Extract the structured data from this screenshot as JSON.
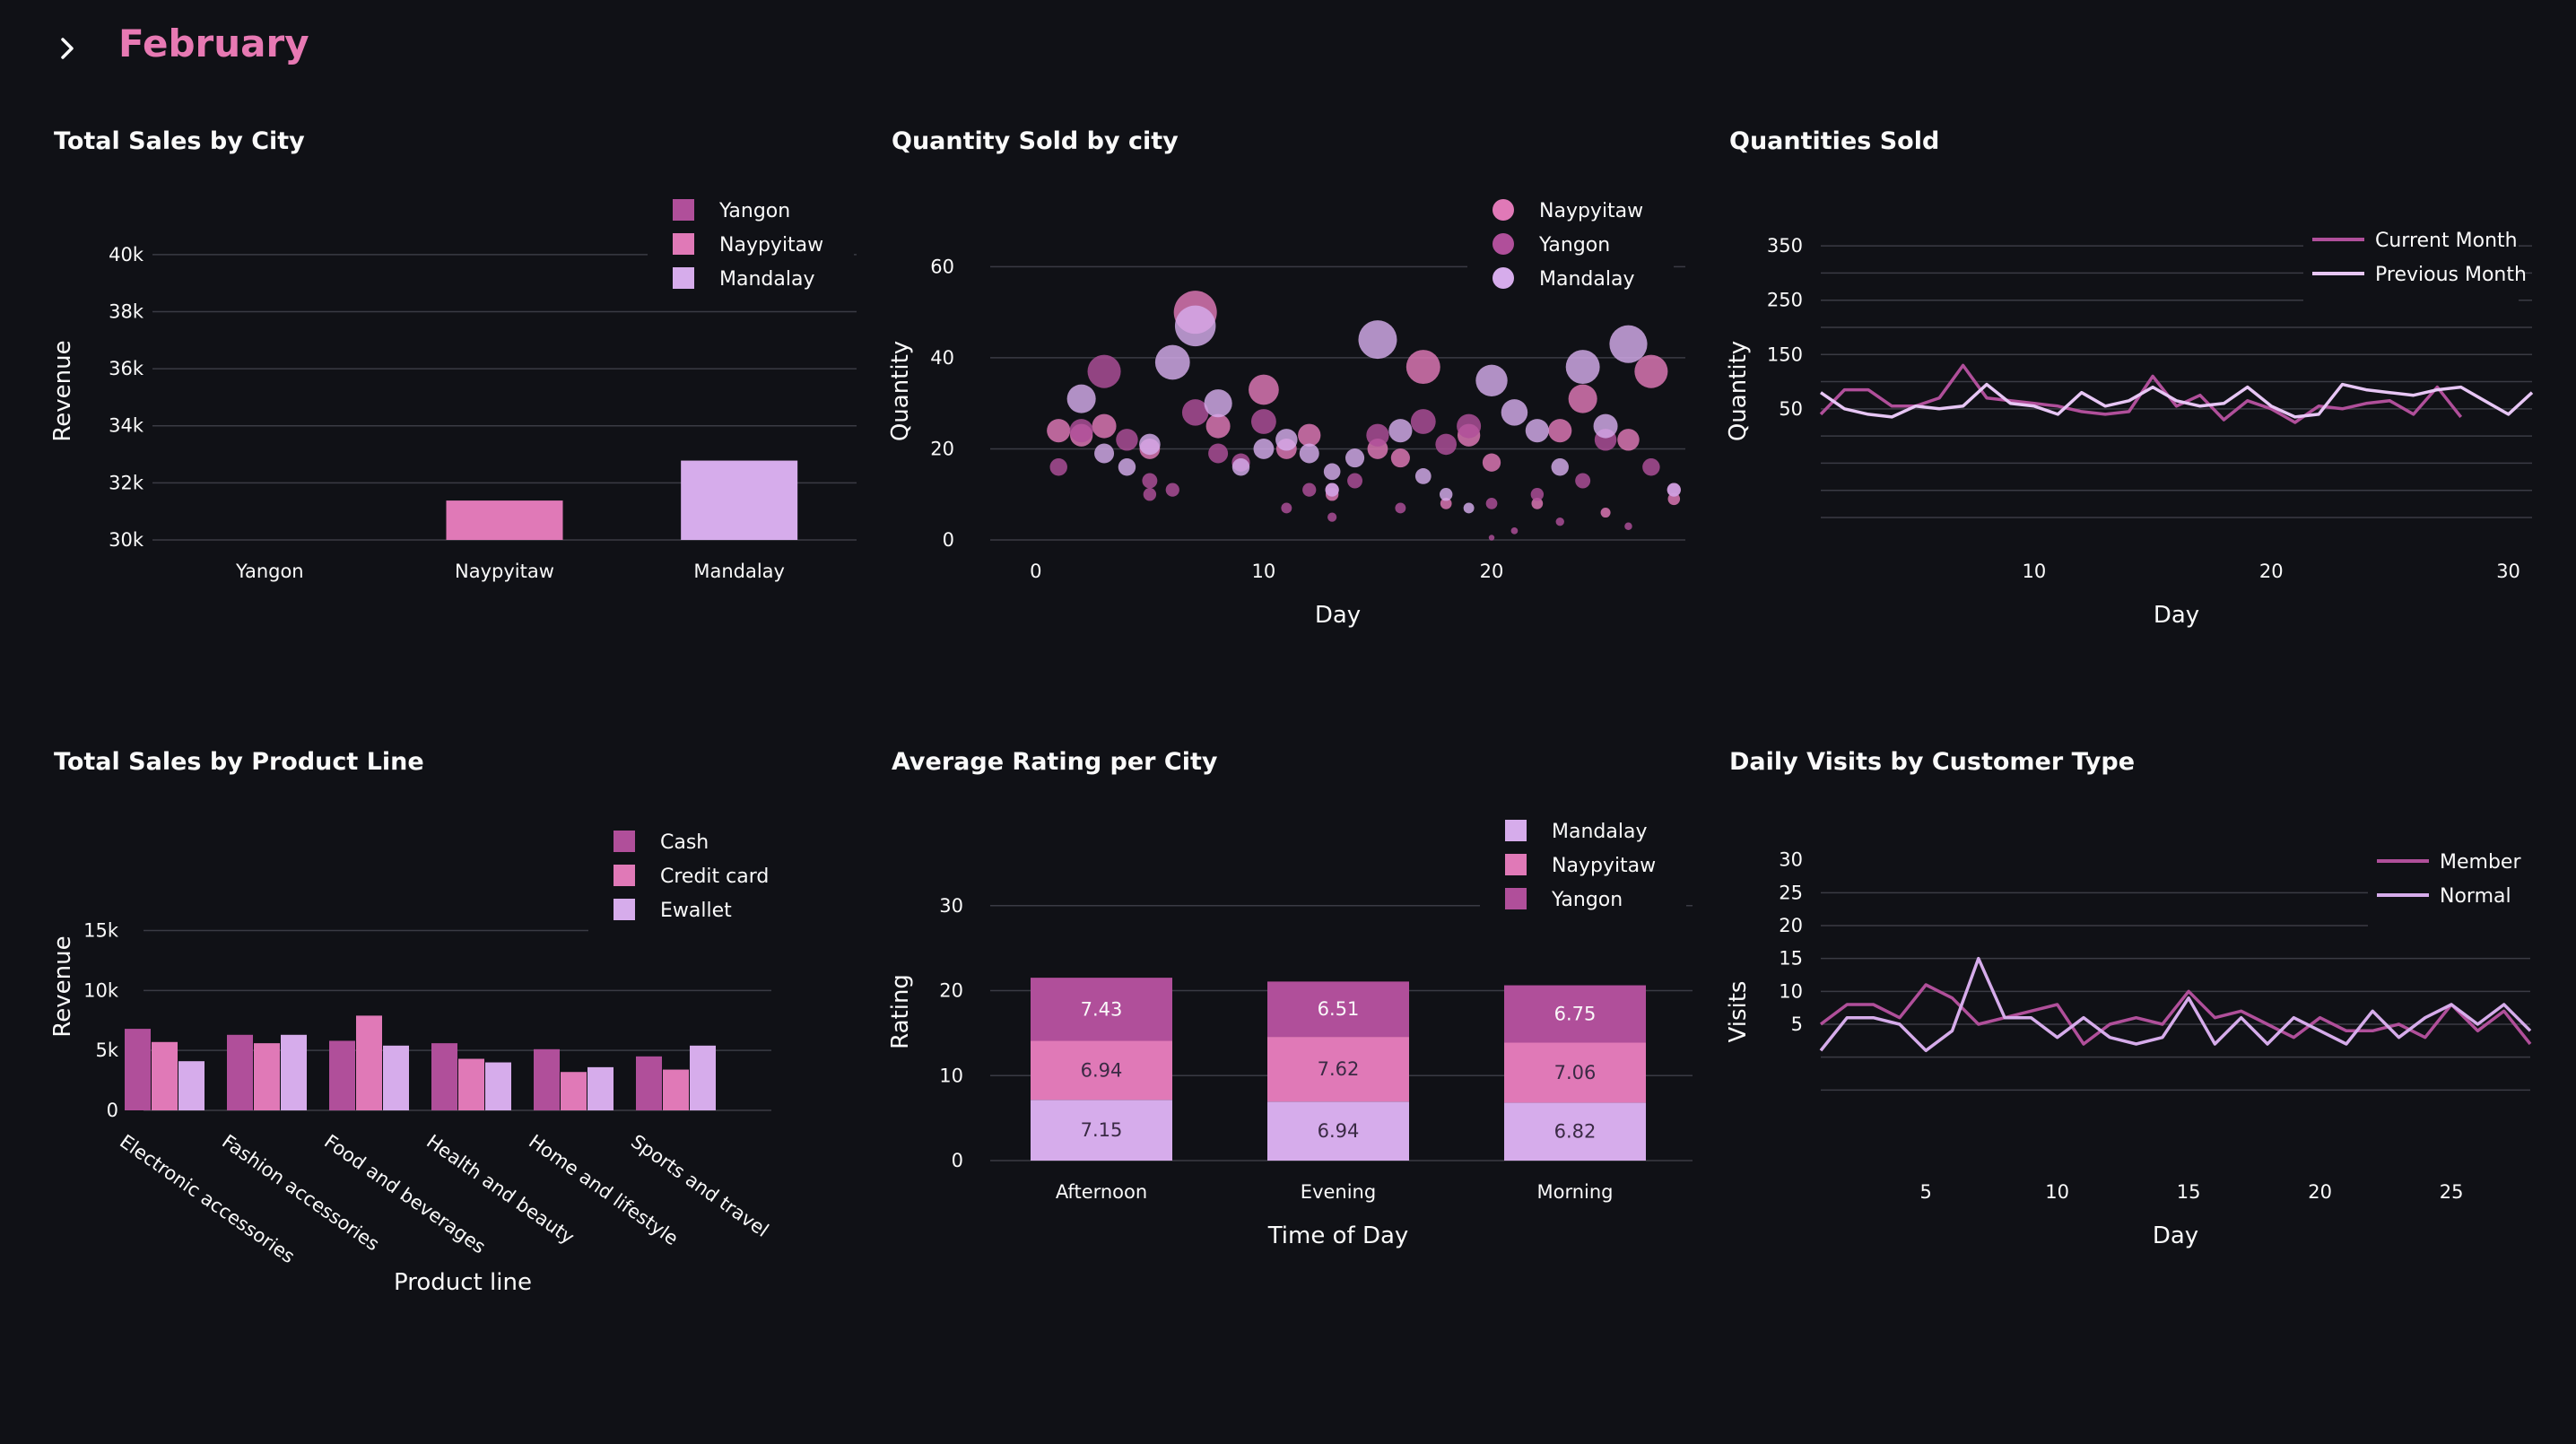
{
  "header": {
    "title": "February",
    "toggle_icon": "chevron-right-icon"
  },
  "colors": {
    "yangon": "#b04f9a",
    "naypyitaw": "#e079b7",
    "mandalay": "#d6aceb",
    "grid": "#3a3b44",
    "accent": "#e779b3"
  },
  "charts": {
    "sales_by_city": {
      "title": "Total Sales by City",
      "chart_data": {
        "type": "bar",
        "categories": [
          "Yangon",
          "Naypyitaw",
          "Mandalay"
        ],
        "values": [
          29500,
          31380,
          32780
        ],
        "ylabel": "Revenue",
        "xlabel": "",
        "ylim": [
          30000,
          41000
        ],
        "yticks": [
          "30k",
          "32k",
          "34k",
          "36k",
          "38k",
          "40k"
        ],
        "legend": [
          "Yangon",
          "Naypyitaw",
          "Mandalay"
        ],
        "legend_position": "top-right"
      }
    },
    "qty_by_city": {
      "title": "Quantity Sold by city",
      "chart_data": {
        "type": "scatter",
        "xlabel": "Day",
        "ylabel": "Quantity",
        "xlim": [
          -2,
          28.5
        ],
        "ylim": [
          0,
          65
        ],
        "xticks": [
          "0",
          "10",
          "20"
        ],
        "yticks": [
          "0",
          "20",
          "40",
          "60"
        ],
        "legend": [
          "Naypyitaw",
          "Yangon",
          "Mandalay"
        ],
        "legend_position": "top-right",
        "series": [
          {
            "name": "Naypyitaw",
            "points": [
              [
                1,
                24
              ],
              [
                2,
                23
              ],
              [
                3,
                25
              ],
              [
                5,
                20
              ],
              [
                7,
                50
              ],
              [
                8,
                25
              ],
              [
                10,
                33
              ],
              [
                11,
                20
              ],
              [
                12,
                23
              ],
              [
                13,
                10
              ],
              [
                15,
                20
              ],
              [
                16,
                18
              ],
              [
                17,
                38
              ],
              [
                18,
                8
              ],
              [
                19,
                23
              ],
              [
                20,
                17
              ],
              [
                22,
                8
              ],
              [
                23,
                24
              ],
              [
                24,
                31
              ],
              [
                25,
                6
              ],
              [
                26,
                22
              ],
              [
                27,
                37
              ],
              [
                28,
                9
              ]
            ]
          },
          {
            "name": "Yangon",
            "points": [
              [
                1,
                16
              ],
              [
                2,
                24
              ],
              [
                3,
                37
              ],
              [
                4,
                22
              ],
              [
                5,
                10
              ],
              [
                5,
                13
              ],
              [
                6,
                11
              ],
              [
                7,
                28
              ],
              [
                8,
                19
              ],
              [
                9,
                17
              ],
              [
                10,
                26
              ],
              [
                11,
                7
              ],
              [
                12,
                11
              ],
              [
                13,
                5
              ],
              [
                13,
                11
              ],
              [
                14,
                13
              ],
              [
                15,
                23
              ],
              [
                16,
                7
              ],
              [
                17,
                26
              ],
              [
                18,
                21
              ],
              [
                19,
                25
              ],
              [
                20,
                8
              ],
              [
                20,
                0.5
              ],
              [
                21,
                2
              ],
              [
                22,
                10
              ],
              [
                23,
                4
              ],
              [
                24,
                13
              ],
              [
                25,
                22
              ],
              [
                26,
                3
              ],
              [
                27,
                16
              ],
              [
                28,
                11
              ]
            ]
          },
          {
            "name": "Mandalay",
            "points": [
              [
                2,
                31
              ],
              [
                3,
                19
              ],
              [
                4,
                16
              ],
              [
                5,
                21
              ],
              [
                6,
                39
              ],
              [
                7,
                47
              ],
              [
                8,
                30
              ],
              [
                9,
                16
              ],
              [
                10,
                20
              ],
              [
                11,
                22
              ],
              [
                12,
                19
              ],
              [
                13,
                15
              ],
              [
                13,
                11
              ],
              [
                14,
                18
              ],
              [
                15,
                44
              ],
              [
                16,
                24
              ],
              [
                17,
                14
              ],
              [
                18,
                10
              ],
              [
                19,
                7
              ],
              [
                20,
                35
              ],
              [
                21,
                28
              ],
              [
                22,
                24
              ],
              [
                23,
                16
              ],
              [
                24,
                38
              ],
              [
                25,
                25
              ],
              [
                26,
                43
              ],
              [
                28,
                11
              ]
            ]
          }
        ]
      }
    },
    "quantities_sold": {
      "title": "Quantities Sold",
      "chart_data": {
        "type": "line",
        "xlabel": "Day",
        "ylabel": "Quantity",
        "xlim": [
          1,
          31
        ],
        "ylim": [
          -150,
          370
        ],
        "xticks": [
          "10",
          "20",
          "30"
        ],
        "yticks": [
          "50",
          "150",
          "250",
          "350"
        ],
        "legend": [
          "Current Month",
          "Previous Month"
        ],
        "legend_position": "top-right",
        "x": [
          1,
          2,
          3,
          4,
          5,
          6,
          7,
          8,
          9,
          10,
          11,
          12,
          13,
          14,
          15,
          16,
          17,
          18,
          19,
          20,
          21,
          22,
          23,
          24,
          25,
          26,
          27,
          28,
          29,
          30,
          31
        ],
        "series": [
          {
            "name": "Current Month",
            "values": [
              40,
              85,
              85,
              55,
              55,
              70,
              130,
              70,
              65,
              60,
              55,
              45,
              40,
              45,
              110,
              55,
              75,
              30,
              65,
              50,
              25,
              55,
              50,
              60,
              65,
              40,
              90,
              35,
              null,
              null,
              null
            ]
          },
          {
            "name": "Previous Month",
            "values": [
              80,
              50,
              40,
              35,
              55,
              50,
              55,
              95,
              60,
              55,
              40,
              80,
              55,
              65,
              90,
              65,
              55,
              60,
              90,
              55,
              35,
              40,
              95,
              85,
              80,
              75,
              85,
              90,
              65,
              40,
              80
            ]
          }
        ]
      }
    },
    "sales_by_product": {
      "title": "Total Sales by Product Line",
      "chart_data": {
        "type": "bar",
        "xlabel": "Product line",
        "ylabel": "Revenue",
        "ylim": [
          0,
          19000
        ],
        "yticks": [
          "0",
          "5k",
          "10k",
          "15k"
        ],
        "categories": [
          "Electronic accessories",
          "Fashion accessories",
          "Food and beverages",
          "Health and beauty",
          "Home and lifestyle",
          "Sports and travel"
        ],
        "legend": [
          "Cash",
          "Credit card",
          "Ewallet"
        ],
        "legend_position": "top-right",
        "series": [
          {
            "name": "Cash",
            "values": [
              6800,
              6300,
              5800,
              5600,
              5100,
              4500
            ]
          },
          {
            "name": "Credit card",
            "values": [
              5700,
              5600,
              7900,
              4300,
              3200,
              3400
            ]
          },
          {
            "name": "Ewallet",
            "values": [
              4100,
              6300,
              5400,
              4000,
              3600,
              5400
            ]
          }
        ]
      }
    },
    "avg_rating": {
      "title": "Average Rating per City",
      "chart_data": {
        "type": "bar",
        "stacked": true,
        "xlabel": "Time of Day",
        "ylabel": "Rating",
        "ylim": [
          0,
          38
        ],
        "yticks": [
          "0",
          "10",
          "20",
          "30"
        ],
        "categories": [
          "Afternoon",
          "Evening",
          "Morning"
        ],
        "legend": [
          "Mandalay",
          "Naypyitaw",
          "Yangon"
        ],
        "legend_position": "top-right",
        "series": [
          {
            "name": "Mandalay",
            "values": [
              7.15,
              6.94,
              6.82
            ],
            "labels": [
              "7.15",
              "6.94",
              "6.82"
            ]
          },
          {
            "name": "Naypyitaw",
            "values": [
              6.94,
              7.62,
              7.06
            ],
            "labels": [
              "6.94",
              "7.62",
              "7.06"
            ]
          },
          {
            "name": "Yangon",
            "values": [
              7.43,
              6.51,
              6.75
            ],
            "labels": [
              "7.43",
              "6.51",
              "6.75"
            ]
          }
        ]
      }
    },
    "daily_visits": {
      "title": "Daily Visits by Customer Type",
      "chart_data": {
        "type": "line",
        "xlabel": "Day",
        "ylabel": "Visits",
        "xlim": [
          1,
          28
        ],
        "ylim": [
          -10,
          32
        ],
        "xticks": [
          "5",
          "10",
          "15",
          "20",
          "25"
        ],
        "yticks": [
          "5",
          "10",
          "15",
          "20",
          "25",
          "30"
        ],
        "legend": [
          "Member",
          "Normal"
        ],
        "legend_position": "top-right",
        "x": [
          1,
          2,
          3,
          4,
          5,
          6,
          7,
          8,
          9,
          10,
          11,
          12,
          13,
          14,
          15,
          16,
          17,
          18,
          19,
          20,
          21,
          22,
          23,
          24,
          25,
          26,
          27,
          28
        ],
        "series": [
          {
            "name": "Member",
            "values": [
              5,
              8,
              8,
              6,
              11,
              9,
              5,
              6,
              7,
              8,
              2,
              5,
              6,
              5,
              10,
              6,
              7,
              5,
              3,
              6,
              4,
              4,
              5,
              3,
              8,
              4,
              7,
              2
            ]
          },
          {
            "name": "Normal",
            "values": [
              1,
              6,
              6,
              5,
              1,
              4,
              15,
              6,
              6,
              3,
              6,
              3,
              2,
              3,
              9,
              2,
              6,
              2,
              6,
              4,
              2,
              7,
              3,
              6,
              8,
              5,
              8,
              4
            ]
          }
        ]
      }
    }
  }
}
